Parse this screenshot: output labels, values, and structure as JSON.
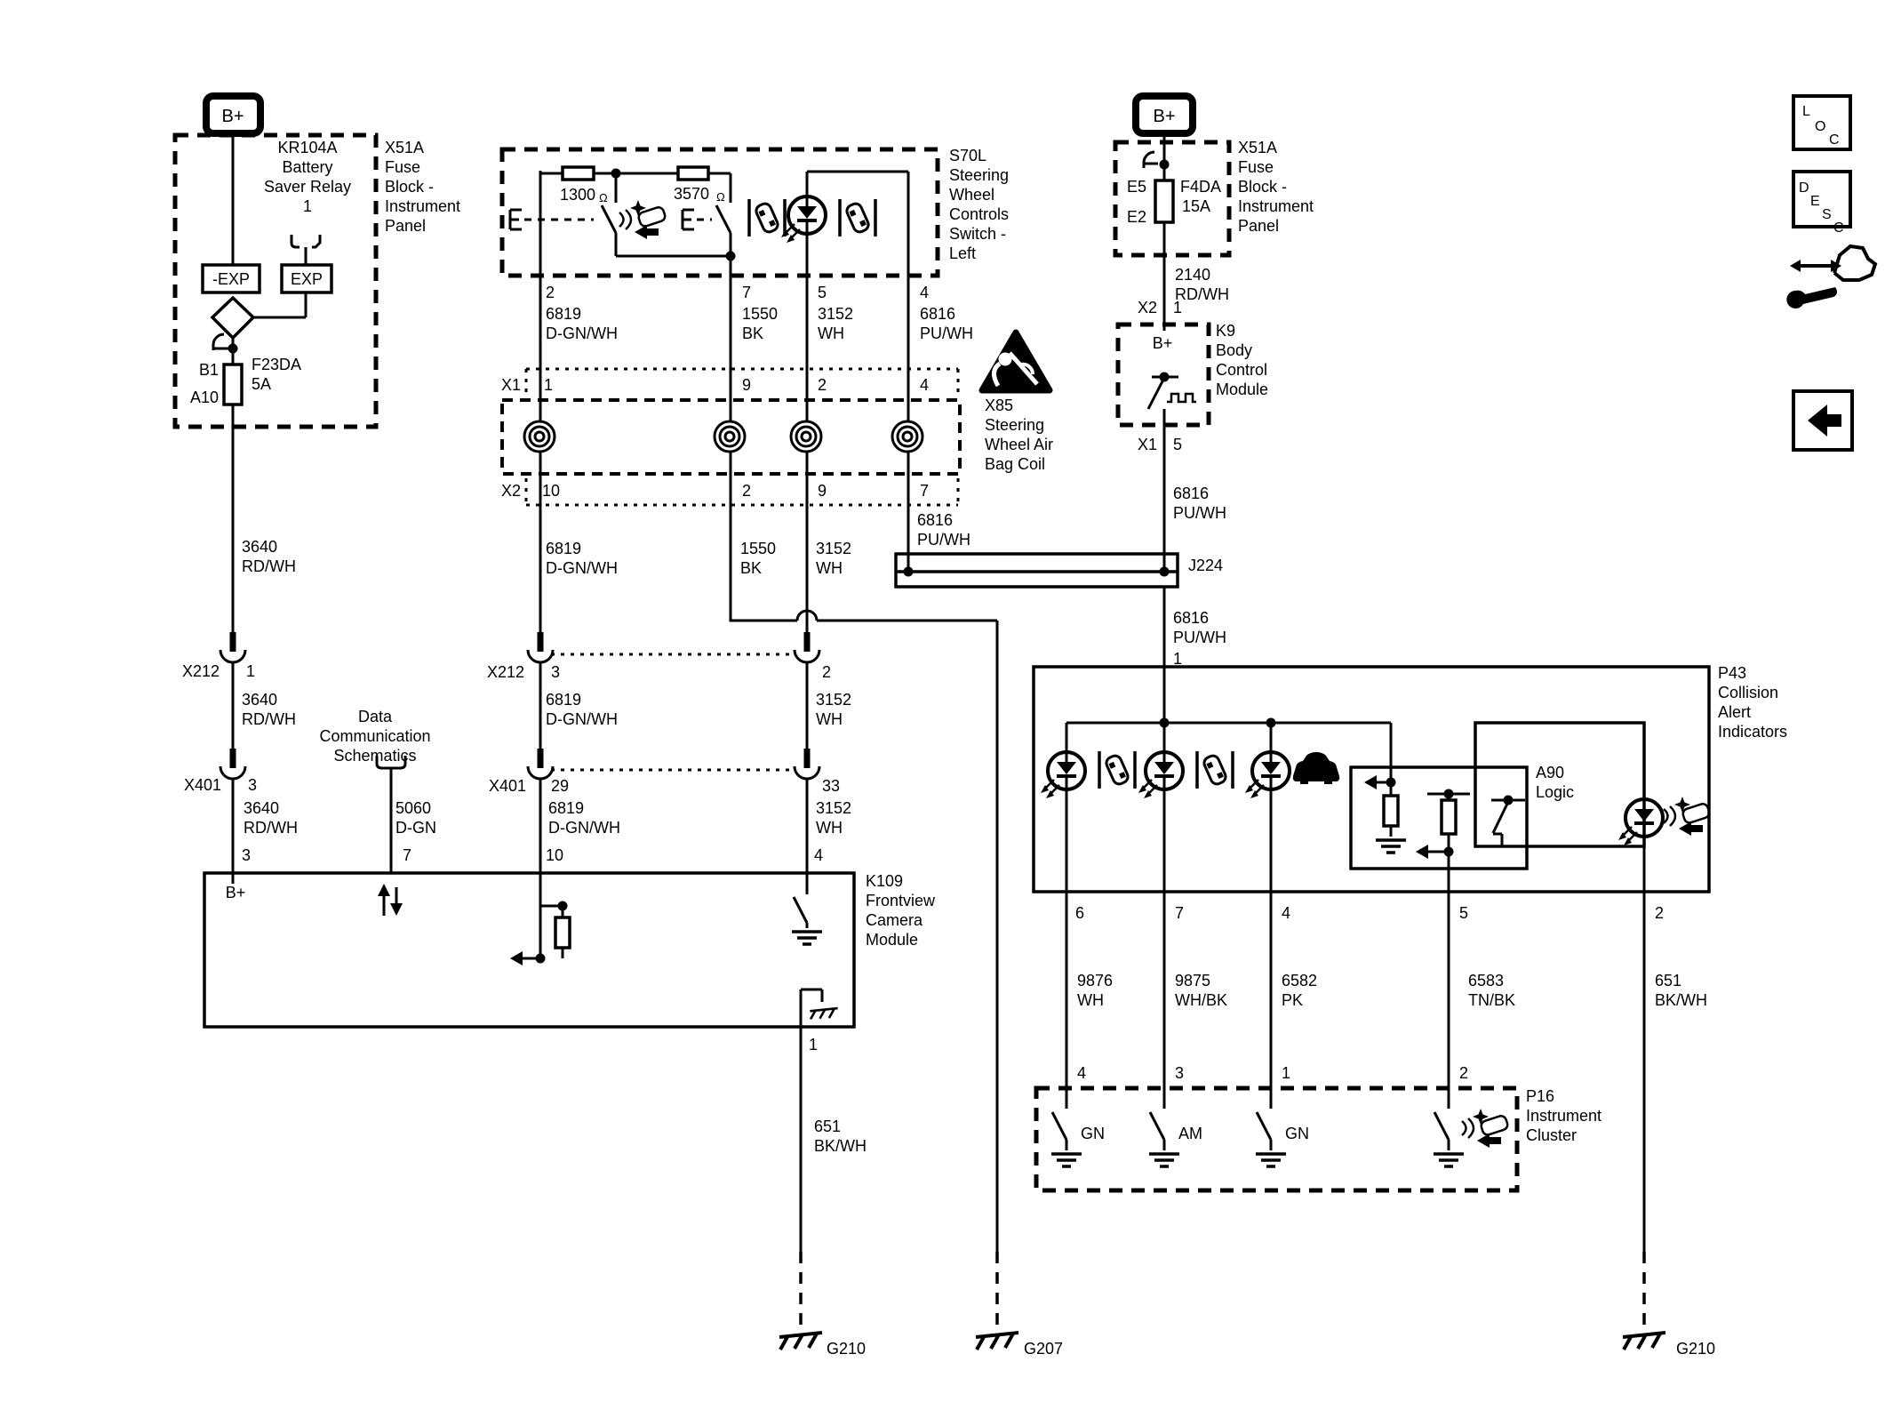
{
  "meta": {
    "background": "#ffffff",
    "ink": "#000000"
  },
  "power": {
    "bplus": "B+"
  },
  "left_fuse_block": {
    "name": [
      "X51A",
      "Fuse",
      "Block -",
      "Instrument",
      "Panel"
    ],
    "relay": {
      "name": [
        "KR104A",
        "Battery",
        "Saver Relay",
        "1"
      ],
      "coil_neg": "-EXP",
      "coil_pos": "EXP"
    },
    "fuse": {
      "pin_top": "B1",
      "name": "F23DA",
      "rating": "5A",
      "pin_bottom": "A10"
    }
  },
  "right_fuse_block": {
    "name": [
      "X51A",
      "Fuse",
      "Block -",
      "Instrument",
      "Panel"
    ],
    "fuse": {
      "pin_top": "E5",
      "name": "F4DA",
      "rating": "15A",
      "pin_bottom": "E2"
    }
  },
  "s70l": {
    "name": [
      "S70L",
      "Steering",
      "Wheel",
      "Controls",
      "Switch -",
      "Left"
    ],
    "r1": "1300",
    "r2": "3570",
    "ohm": "Ω",
    "pins": [
      "2",
      "7",
      "5",
      "4"
    ]
  },
  "x85": {
    "name": [
      "X85",
      "Steering",
      "Wheel Air",
      "Bag Coil"
    ],
    "x1": "X1",
    "x2": "X2",
    "x1_pins": [
      "1",
      "9",
      "2",
      "4"
    ],
    "x2_pins": [
      "10",
      "2",
      "9",
      "7"
    ]
  },
  "k9": {
    "name": [
      "K9",
      "Body",
      "Control",
      "Module"
    ],
    "bplus": "B+",
    "x2": "X2",
    "x2_pin": "1",
    "x1": "X1",
    "x1_pin": "5"
  },
  "j224": {
    "name": "J224"
  },
  "k109": {
    "name": [
      "K109",
      "Frontview",
      "Camera",
      "Module"
    ],
    "bplus": "B+",
    "pins_top": [
      "3",
      "7",
      "10",
      "4"
    ],
    "pin_bottom": "1"
  },
  "p43": {
    "name": [
      "P43",
      "Collision",
      "Alert",
      "Indicators"
    ],
    "pin_in": "1",
    "pins": [
      "6",
      "7",
      "4",
      "5",
      "2"
    ],
    "a90": [
      "A90",
      "Logic"
    ]
  },
  "p16": {
    "name": [
      "P16",
      "Instrument",
      "Cluster"
    ],
    "pins": [
      "4",
      "3",
      "1",
      "2"
    ],
    "led_labels": [
      "GN",
      "AM",
      "GN"
    ]
  },
  "connectors": {
    "x212": "X212",
    "x401": "X401",
    "x212_left_pin": "1",
    "x401_left_pin": "3",
    "x212_mid_pins": [
      "3",
      "2"
    ],
    "x401_mid_pins": [
      "29",
      "33"
    ]
  },
  "data_comm": [
    "Data",
    "Communication",
    "Schematics"
  ],
  "wires": {
    "w3640": [
      "3640",
      "RD/WH"
    ],
    "w6819": [
      "6819",
      "D-GN/WH"
    ],
    "w1550": [
      "1550",
      "BK"
    ],
    "w3152": [
      "3152",
      "WH"
    ],
    "w6816": [
      "6816",
      "PU/WH"
    ],
    "w2140": [
      "2140",
      "RD/WH"
    ],
    "w5060": [
      "5060",
      "D-GN"
    ],
    "w9876": [
      "9876",
      "WH"
    ],
    "w9875": [
      "9875",
      "WH/BK"
    ],
    "w6582": [
      "6582",
      "PK"
    ],
    "w6583": [
      "6583",
      "TN/BK"
    ],
    "w651": [
      "651",
      "BK/WH"
    ]
  },
  "grounds": {
    "g210": "G210",
    "g207": "G207"
  },
  "nav": {
    "loc": [
      "L",
      "O",
      "C"
    ],
    "desc": [
      "D",
      "E",
      "S",
      "C"
    ]
  }
}
